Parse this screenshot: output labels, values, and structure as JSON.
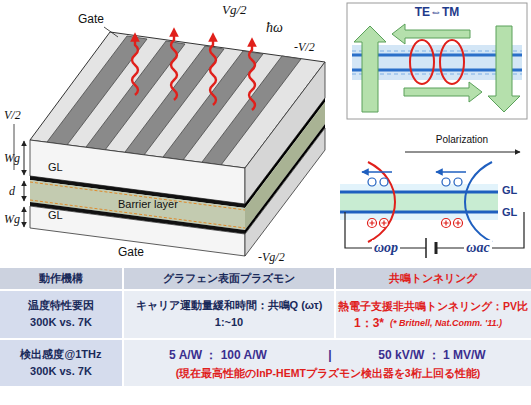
{
  "diagram": {
    "labels": [
      "Gate",
      "Vg/2",
      "ħω",
      "-V/2",
      "V/2",
      "Wg",
      "GL",
      "d",
      "Barrier layer",
      "GL",
      "Wg",
      "Gate",
      "-Vg/2",
      "TE⇔TM",
      "Polarization",
      "GL",
      "GL",
      "ωop",
      "ωac",
      "動作機構",
      "グラフェン表面プラズモン",
      "共鳴トンネリング",
      "温度特性要因",
      "300K vs. 7K",
      "キャリア運動量緩和時間：共鳴Q (ωτ)",
      "1:~10",
      "熱電子支援非共鳴トンネリング：PV比",
      "1：3*",
      "(* Britnell, Nat.Comm. '11.)",
      "検出感度@1THz",
      "300K vs. 7K",
      "5 A/W ： 100 A/W",
      "|",
      "50 kV/W ： 1 MV/W",
      "(現在最高性能のInP-HEMTプラズモン検出器を3桁上回る性能)"
    ]
  }
}
